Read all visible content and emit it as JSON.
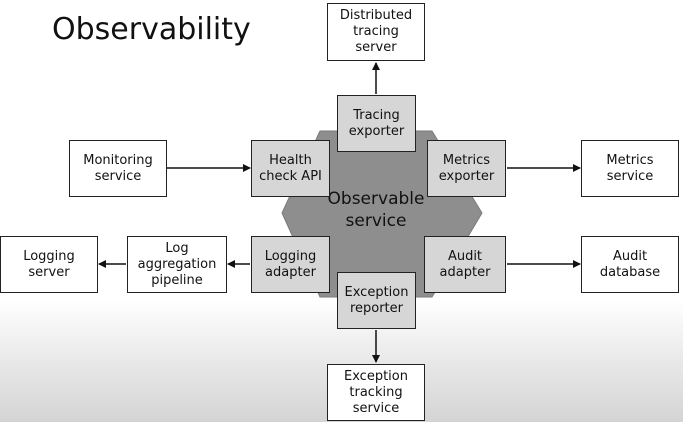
{
  "title": "Observability",
  "core": "Observable\nservice",
  "ports": {
    "tracing_exporter": "Tracing\nexporter",
    "health_check_api": "Health\ncheck API",
    "metrics_exporter": "Metrics\nexporter",
    "logging_adapter": "Logging\nadapter",
    "audit_adapter": "Audit\nadapter",
    "exception_reporter": "Exception\nreporter"
  },
  "external": {
    "distributed_tracing_server": "Distributed\ntracing\nserver",
    "monitoring_service": "Monitoring\nservice",
    "metrics_service": "Metrics\nservice",
    "logging_server": "Logging\nserver",
    "log_aggregation_pipeline": "Log\naggregation\npipeline",
    "audit_database": "Audit\ndatabase",
    "exception_tracking_service": "Exception\ntracking\nservice"
  }
}
